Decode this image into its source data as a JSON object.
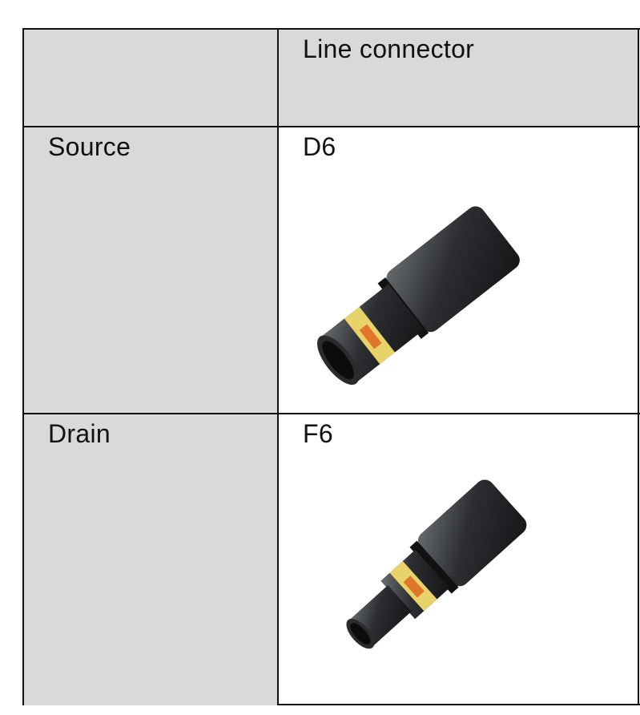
{
  "table": {
    "header": {
      "corner": "",
      "column_1": "Line connector"
    },
    "rows": [
      {
        "label": "Source",
        "connector": "D6",
        "image": "line-connector-d6-image"
      },
      {
        "label": "Drain",
        "connector": "F6",
        "image": "line-connector-f6-image"
      }
    ]
  }
}
